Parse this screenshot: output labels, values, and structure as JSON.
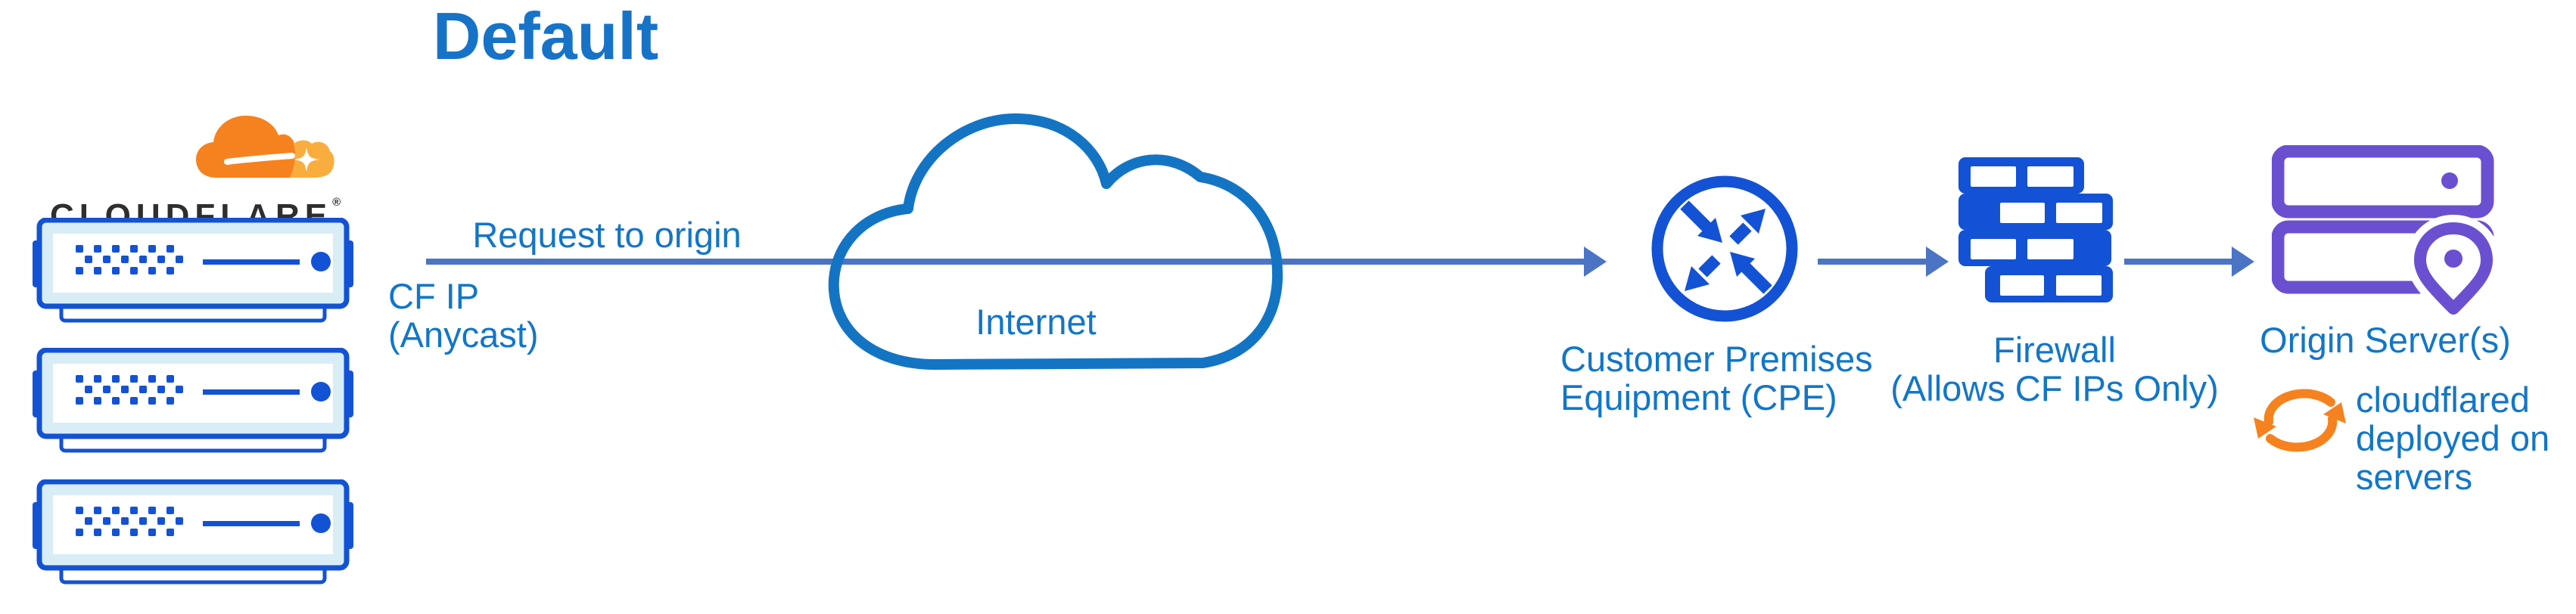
{
  "title": "Default",
  "colors": {
    "label_text": "#1276C8",
    "title_text": "#1673C8",
    "flow_arrow": "#4C74C4",
    "icon_blue": "#1352D4",
    "server_fill": "#D8EDF6",
    "cloud_stroke": "#1474C4",
    "origin_purple": "#6B4FD1",
    "cloudflare_orange": "#F6821F",
    "cloudflare_orange_light": "#FAAD3F",
    "wordmark_text": "#2E2E30",
    "background": "#FFFFFF"
  },
  "cloudflare": {
    "wordmark": "CLOUDFLARE",
    "registered_mark": "®"
  },
  "labels": {
    "request": "Request to origin",
    "cf_ip": "CF IP\n(Anycast)",
    "internet": "Internet",
    "cpe": "Customer Premises\nEquipment (CPE)",
    "firewall": "Firewall\n(Allows CF IPs Only)",
    "origin": "Origin Server(s)",
    "cloudflared": "cloudflared\ndeployed on\nservers"
  },
  "icons": {
    "cloudflare_logo": "cloudflare-logo",
    "edge_servers": "edge-server-icon (x3 stacked rack units)",
    "internet_cloud": "internet-cloud-icon",
    "cpe_router": "cpe-router-icon (circle with 2 in / 2 out arrows)",
    "firewall": "firewall-brick-wall-icon",
    "origin_server": "origin-server-with-location-pin-icon",
    "cloudflared_sync": "sync-circular-arrows-icon"
  }
}
